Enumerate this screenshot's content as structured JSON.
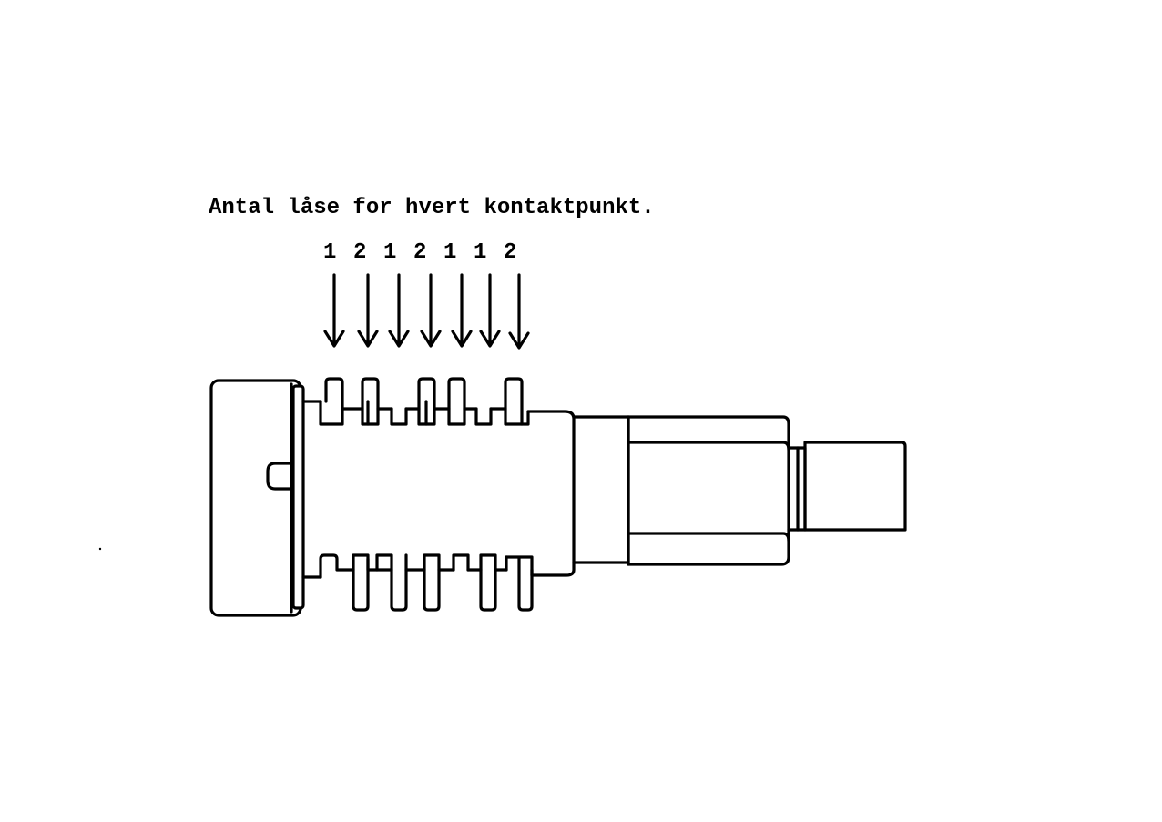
{
  "diagram": {
    "title": "Antal låse for hvert kontaktpunkt.",
    "counts": [
      "1",
      "2",
      "1",
      "2",
      "1",
      "1",
      "2"
    ],
    "ink_color": "#000000",
    "background_color": "#ffffff"
  }
}
